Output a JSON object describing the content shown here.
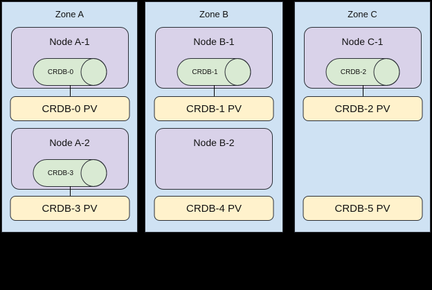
{
  "colors": {
    "canvas_bg": "#000000",
    "zone_bg": "#cfe2f3",
    "node_bg": "#d9d2e9",
    "cylinder_bg": "#d9ead3",
    "pv_bg": "#fff2cc",
    "border": "#2b2f36"
  },
  "zones": [
    {
      "label": "Zone A",
      "nodes": [
        {
          "label": "Node A-1",
          "cylinder": "CRDB-0"
        },
        {
          "label": "Node A-2",
          "cylinder": "CRDB-3"
        }
      ],
      "pvs": [
        {
          "label": "CRDB-0 PV"
        },
        {
          "label": "CRDB-3 PV"
        }
      ]
    },
    {
      "label": "Zone B",
      "nodes": [
        {
          "label": "Node B-1",
          "cylinder": "CRDB-1"
        },
        {
          "label": "Node B-2"
        }
      ],
      "pvs": [
        {
          "label": "CRDB-1 PV"
        },
        {
          "label": "CRDB-4 PV"
        }
      ]
    },
    {
      "label": "Zone C",
      "nodes": [
        {
          "label": "Node C-1",
          "cylinder": "CRDB-2"
        }
      ],
      "pvs": [
        {
          "label": "CRDB-2 PV"
        },
        {
          "label": "CRDB-5 PV"
        }
      ]
    }
  ]
}
